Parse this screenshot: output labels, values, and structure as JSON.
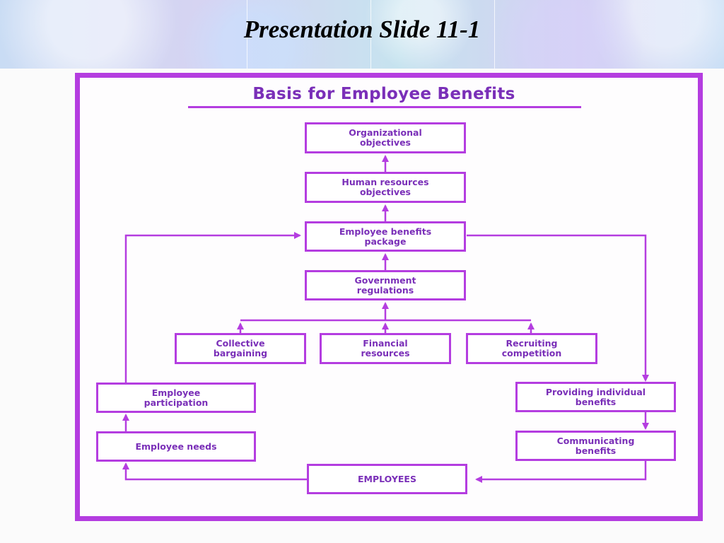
{
  "slide": {
    "title": "Presentation Slide 11-1"
  },
  "diagram": {
    "title": "Basis for Employee Benefits",
    "nodes": {
      "organizational_objectives": "Organizational\nobjectives",
      "hr_objectives": "Human resources\nobjectives",
      "benefits_package": "Employee benefits\npackage",
      "government_regulations": "Government\nregulations",
      "collective_bargaining": "Collective\nbargaining",
      "financial_resources": "Financial\nresources",
      "recruiting_competition": "Recruiting\ncompetition",
      "employee_participation": "Employee\nparticipation",
      "employee_needs": "Employee needs",
      "providing_individual_benefits": "Providing individual\nbenefits",
      "communicating_benefits": "Communicating\nbenefits",
      "employees": "EMPLOYEES"
    }
  },
  "colors": {
    "accent": "#b43de0",
    "text": "#7a2fb8"
  }
}
